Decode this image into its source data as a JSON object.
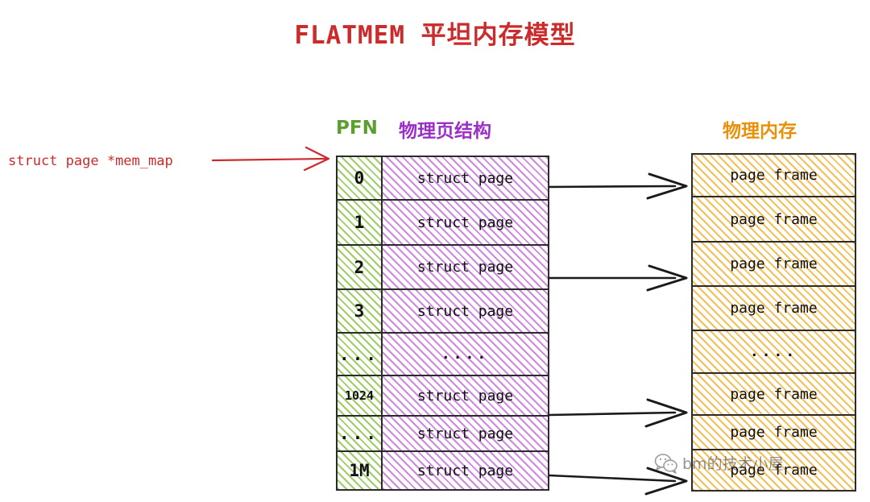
{
  "title": "FLATMEM  平坦内存模型",
  "pointer": {
    "label": "struct page *mem_map",
    "arrow_icon": "right-arrow-icon"
  },
  "headers": {
    "pfn": "PFN",
    "page_struct": "物理页结构",
    "physical_memory": "物理内存"
  },
  "colors": {
    "title": "#cc2b2b",
    "pointer": "#cc2b2b",
    "pfn": "#5ba02e",
    "page_struct": "#9b30c9",
    "physical_memory": "#e8920c",
    "border": "#2b2b2b"
  },
  "left_table": {
    "pfn_column": [
      "0",
      "1",
      "2",
      "3",
      "...",
      "1024",
      "...",
      "1M"
    ],
    "page_column": [
      "struct page",
      "struct page",
      "struct page",
      "struct page",
      "....",
      "struct page",
      "struct page",
      "struct page"
    ]
  },
  "right_table": {
    "frames": [
      "page frame",
      "page frame",
      "page frame",
      "page frame",
      "....",
      "page frame",
      "page frame",
      "page frame"
    ]
  },
  "connectors": [
    {
      "name": "connector-row-0"
    },
    {
      "name": "connector-row-2"
    },
    {
      "name": "connector-row-1024"
    },
    {
      "name": "connector-row-1M"
    }
  ],
  "watermark": {
    "text": "bm的技术小屋",
    "icon": "wechat-icon"
  }
}
